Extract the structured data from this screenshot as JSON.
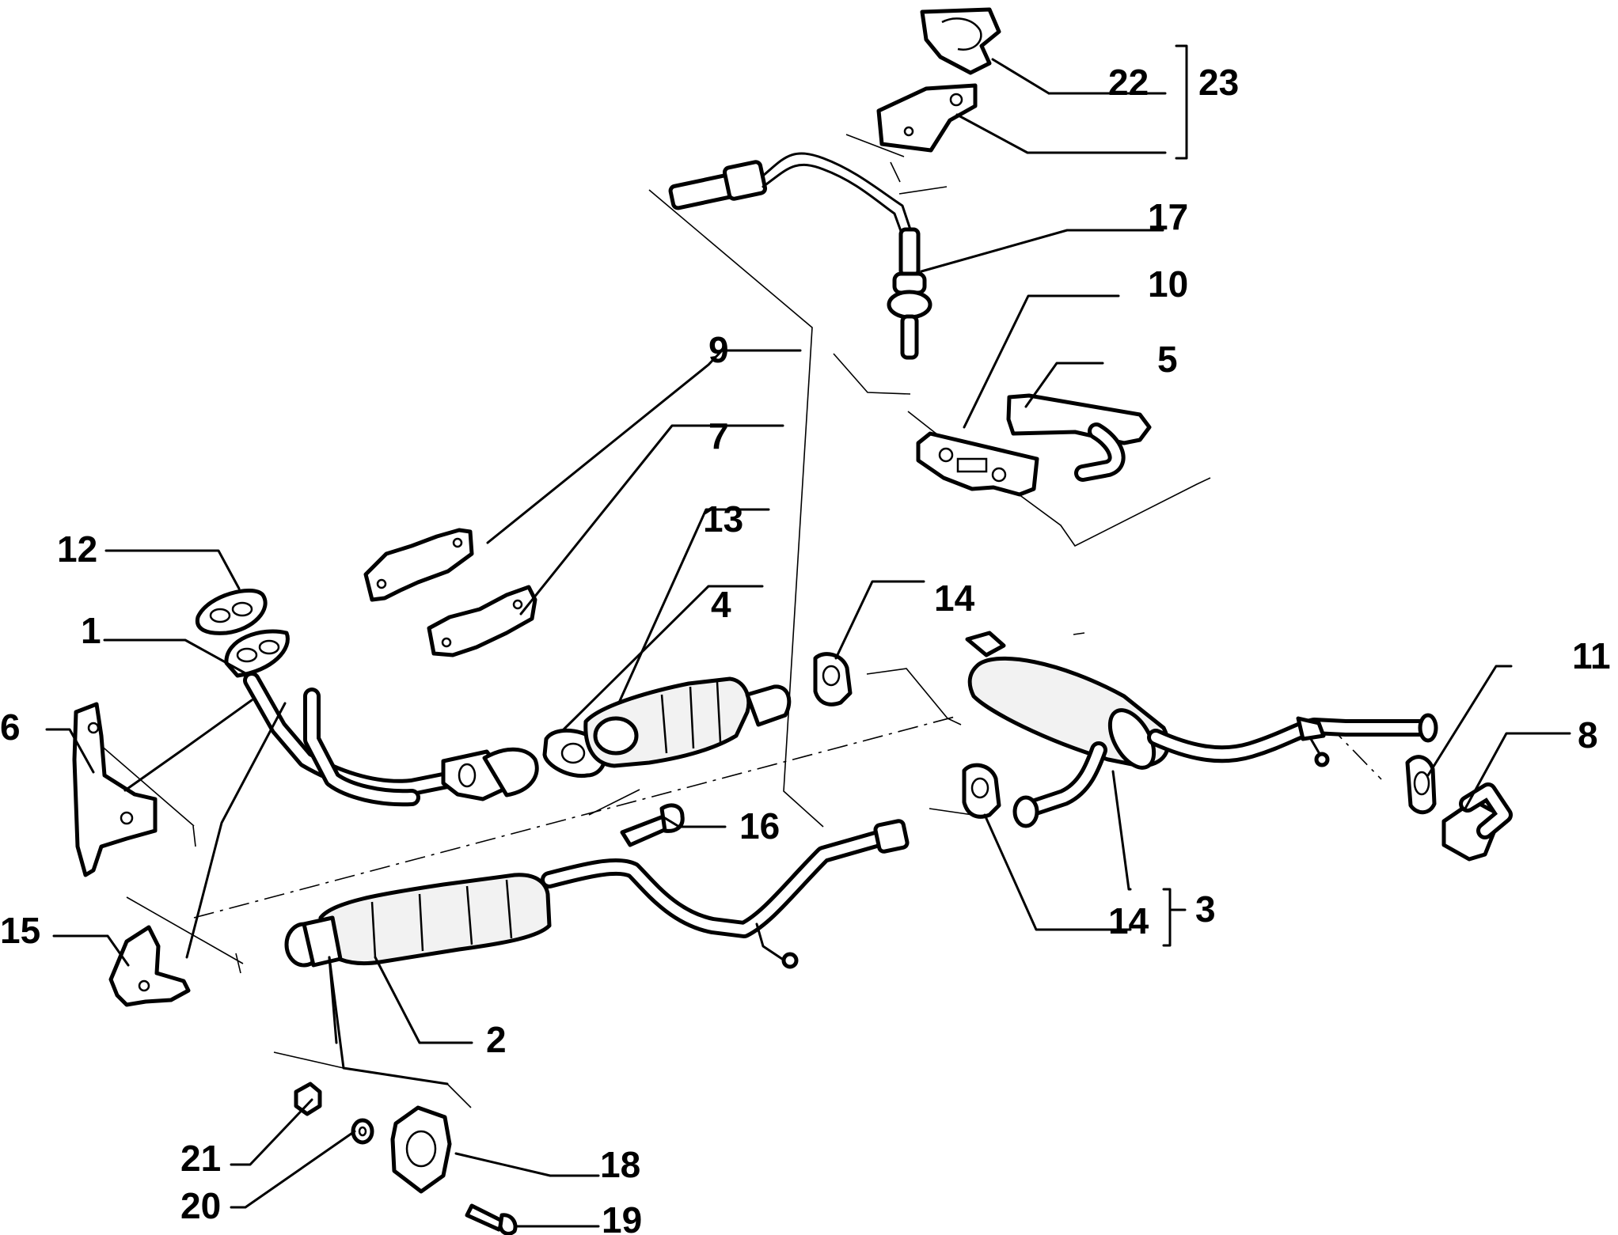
{
  "labels": {
    "l1": "1",
    "l2": "2",
    "l3": "3",
    "l4": "4",
    "l5": "5",
    "l6": "6",
    "l7": "7",
    "l8": "8",
    "l9": "9",
    "l10": "10",
    "l11": "11",
    "l12": "12",
    "l13": "13",
    "l14a": "14",
    "l14b": "14",
    "l15": "15",
    "l16": "16",
    "l17": "17",
    "l18": "18",
    "l19": "19",
    "l20": "20",
    "l21": "21",
    "l22": "22",
    "l23": "23"
  }
}
